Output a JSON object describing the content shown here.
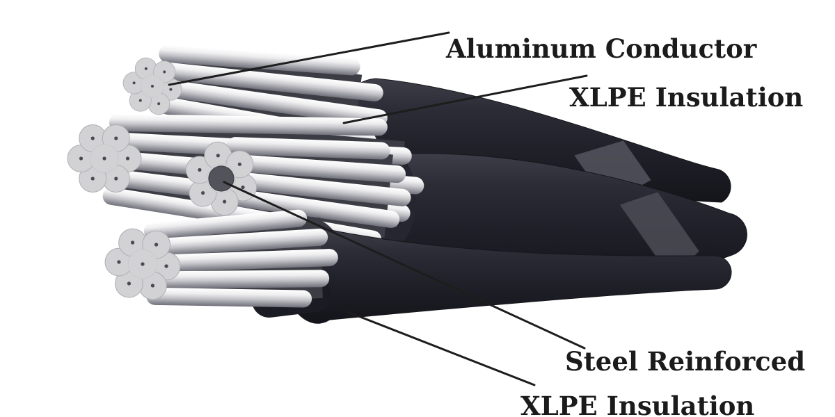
{
  "diagram": {
    "type": "labeled-illustration",
    "subject": "ACSR aerial bundled cable cutaway",
    "labels": {
      "aluminum_conductor": "Aluminum Conductor",
      "xlpe_insulation_top": "XLPE Insulation",
      "steel_reinforced": "Steel Reinforced",
      "xlpe_insulation_bottom": "XLPE Insulation"
    },
    "colors": {
      "background": "#ffffff",
      "insulation_black": "#23232c",
      "insulation_sheen": "#51515b",
      "aluminum_strand_light": "#ffffff",
      "aluminum_strand_mid": "#c8c8cd",
      "aluminum_strand_dark": "#70707a",
      "conductor_face": "#d2d2d5",
      "steel_core": "#53535b",
      "leader_line": "#1d1d1d",
      "label_text": "#1b1b1b"
    }
  }
}
